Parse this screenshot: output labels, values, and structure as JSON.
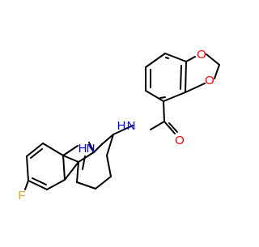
{
  "colors": {
    "bond": "#000000",
    "nitrogen": "#0000ff",
    "oxygen": "#ff0000",
    "fluorine": "#daa520",
    "background": "#ffffff"
  },
  "atoms": {
    "nh_amide_label": "N",
    "nh_amide_h": "H",
    "nh_ring_n": "N",
    "nh_ring_h": "H",
    "o_carbonyl": "O",
    "o_ring_top": "O",
    "o_ring_right": "O",
    "f_label": "F"
  }
}
